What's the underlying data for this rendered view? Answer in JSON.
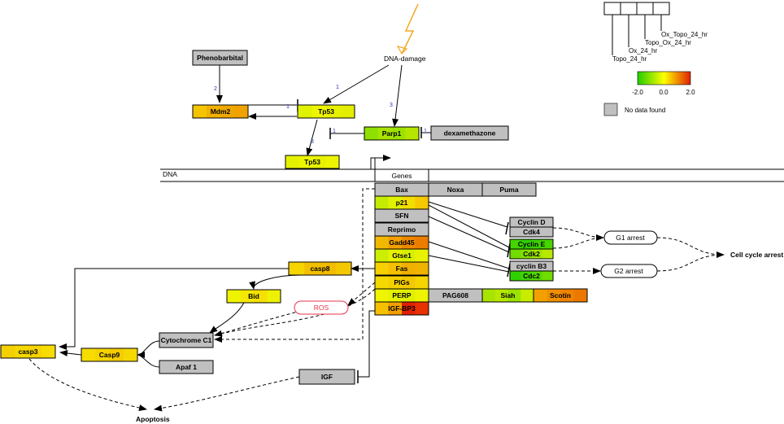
{
  "colors": {
    "nodata": "#c0c0c0",
    "scale_low": "#22cc00",
    "scale_mid": "#ffff00",
    "scale_high": "#e02000",
    "ros_border": "#e8334a",
    "lightning": "#f5a623"
  },
  "legend": {
    "columns": [
      "Topo_24_hr",
      "Ox_24_hr",
      "Topo_Ox_24_hr",
      "Ox_Topo_24_hr"
    ],
    "scale_min": "-2.0",
    "scale_mid": "0.0",
    "scale_max": "2.0",
    "nodata_label": "No data found"
  },
  "labels": {
    "dna_damage": "DNA-damage",
    "dna": "DNA",
    "genes": "Genes",
    "g1_arrest": "G1 arrest",
    "g2_arrest": "G2 arrest",
    "cell_cycle_arrest": "Cell cycle arrest",
    "apoptosis": "Apoptosis",
    "ros": "ROS"
  },
  "edge_numbers": {
    "e1": "2",
    "e2": "1",
    "e3": "1",
    "e4": "3",
    "e5": "3",
    "e6": "1",
    "e7": "1"
  },
  "nodes": {
    "phenobarbital": {
      "label": "Phenobarbital",
      "colors": [
        "#c0c0c0"
      ]
    },
    "mdm2": {
      "label": "Mdm2",
      "colors": [
        "#f5c400",
        "#f2b100",
        "#f0a800",
        "#f0a200"
      ]
    },
    "tp53_top": {
      "label": "Tp53",
      "colors": [
        "#dff200",
        "#eef400",
        "#e8f000",
        "#e4ee00"
      ]
    },
    "parp1": {
      "label": "Parp1",
      "colors": [
        "#8fe000",
        "#a8e400",
        "#9ce200",
        "#b4e600"
      ]
    },
    "dexamethazone": {
      "label": "dexamethazone",
      "colors": [
        "#c0c0c0"
      ]
    },
    "tp53_mid": {
      "label": "Tp53",
      "colors": [
        "#e4f200",
        "#ecf400",
        "#e6f200",
        "#eef400"
      ]
    },
    "bax": {
      "label": "Bax",
      "colors": [
        "#c0c0c0"
      ]
    },
    "noxa": {
      "label": "Noxa",
      "colors": [
        "#c0c0c0"
      ]
    },
    "puma": {
      "label": "Puma",
      "colors": [
        "#c0c0c0"
      ]
    },
    "p21": {
      "label": "p21",
      "colors": [
        "#c4ec00",
        "#e0f200",
        "#f5dc00",
        "#f5c800"
      ]
    },
    "sfn": {
      "label": "SFN",
      "colors": [
        "#c0c0c0"
      ]
    },
    "reprimo": {
      "label": "Reprimo",
      "colors": [
        "#c0c0c0"
      ]
    },
    "gadd45": {
      "label": "Gadd45",
      "colors": [
        "#f2b800",
        "#f2a000",
        "#ee8800",
        "#ec7c00"
      ]
    },
    "gtse1": {
      "label": "Gtse1",
      "colors": [
        "#ccee00",
        "#e6f200",
        "#d8f000",
        "#e8f200"
      ]
    },
    "fas": {
      "label": "Fas",
      "colors": [
        "#f6d000",
        "#f4c000",
        "#f0b000",
        "#f0b400"
      ]
    },
    "pigs": {
      "label": "PIGs",
      "colors": [
        "#f5d800",
        "#f5d000",
        "#f4c800",
        "#f5d400"
      ]
    },
    "perp": {
      "label": "PERP",
      "colors": [
        "#f0f400",
        "#e6f200",
        "#dff000",
        "#eef400"
      ]
    },
    "igfbp3": {
      "label": "IGF-BP3",
      "colors": [
        "#f4c000",
        "#f0a000",
        "#e02000",
        "#e83000"
      ]
    },
    "pag608": {
      "label": "PAG608",
      "colors": [
        "#c0c0c0"
      ]
    },
    "siah": {
      "label": "Siah",
      "colors": [
        "#a8e400",
        "#b8e800",
        "#9ce200",
        "#c8ec00"
      ]
    },
    "scotin": {
      "label": "Scotin",
      "colors": [
        "#f2a000",
        "#f09000",
        "#ee8400",
        "#ec7800"
      ]
    },
    "cyclin_d": {
      "label": "Cyclin D",
      "colors": [
        "#c0c0c0"
      ]
    },
    "cdk4": {
      "label": "Cdk4",
      "colors": [
        "#c0c0c0"
      ]
    },
    "cyclin_e": {
      "label": "Cyclin E",
      "colors": [
        "#44d400",
        "#30d000",
        "#3cd200",
        "#48d400"
      ]
    },
    "cdk2": {
      "label": "Cdk2",
      "colors": [
        "#70dc00",
        "#84e000",
        "#a0e400",
        "#b8e800"
      ]
    },
    "cyclin_b3": {
      "label": "cyclin B3",
      "colors": [
        "#c0c0c0"
      ]
    },
    "cdc2": {
      "label": "Cdc2",
      "colors": [
        "#30d000",
        "#40d400",
        "#56d800",
        "#70dc00"
      ]
    },
    "casp8": {
      "label": "casp8",
      "colors": [
        "#f5d400",
        "#f2c000",
        "#f2bc00",
        "#f4c800"
      ]
    },
    "bid": {
      "label": "Bid",
      "colors": [
        "#eef400",
        "#f4e800",
        "#f6e000",
        "#eef200"
      ]
    },
    "cytochrome_c1": {
      "label": "Cytochrome C1",
      "colors": [
        "#c0c0c0"
      ]
    },
    "apaf1": {
      "label": "Apaf 1",
      "colors": [
        "#c0c0c0"
      ]
    },
    "casp9": {
      "label": "Casp9",
      "colors": [
        "#f6dc00",
        "#f5d400",
        "#f4cc00",
        "#f5d800"
      ]
    },
    "casp3": {
      "label": "casp3",
      "colors": [
        "#f4d000",
        "#f5d800",
        "#f5d400",
        "#f6dc00"
      ]
    },
    "igf": {
      "label": "IGF",
      "colors": [
        "#c0c0c0"
      ]
    }
  }
}
